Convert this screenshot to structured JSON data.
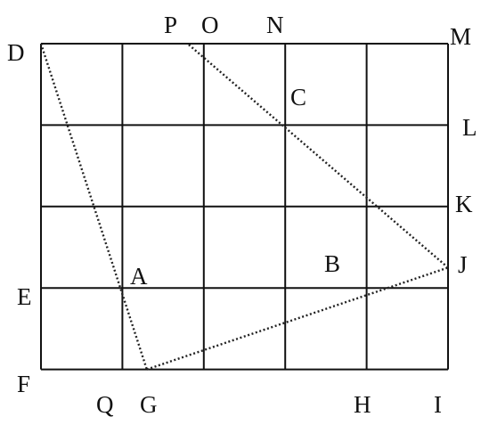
{
  "figure": {
    "grid": {
      "columns": 5,
      "rows": 4
    },
    "colors": {
      "grid_line": "#111111",
      "dotted_line": "#222222",
      "label": "#111111"
    },
    "labels": [
      {
        "id": "P",
        "text": "P"
      },
      {
        "id": "O",
        "text": "O"
      },
      {
        "id": "N",
        "text": "N"
      },
      {
        "id": "M",
        "text": "M"
      },
      {
        "id": "D",
        "text": "D"
      },
      {
        "id": "L",
        "text": "L"
      },
      {
        "id": "C",
        "text": "C"
      },
      {
        "id": "K",
        "text": "K"
      },
      {
        "id": "J",
        "text": "J"
      },
      {
        "id": "B",
        "text": "B"
      },
      {
        "id": "A",
        "text": "A"
      },
      {
        "id": "E",
        "text": "E"
      },
      {
        "id": "F",
        "text": "F"
      },
      {
        "id": "Q",
        "text": "Q"
      },
      {
        "id": "G",
        "text": "G"
      },
      {
        "id": "H",
        "text": "H"
      },
      {
        "id": "I",
        "text": "I"
      }
    ],
    "dotted_segments": [
      {
        "from": "D",
        "to": "G"
      },
      {
        "from": "G",
        "to": "J"
      },
      {
        "from": "J",
        "to": "P"
      }
    ]
  }
}
